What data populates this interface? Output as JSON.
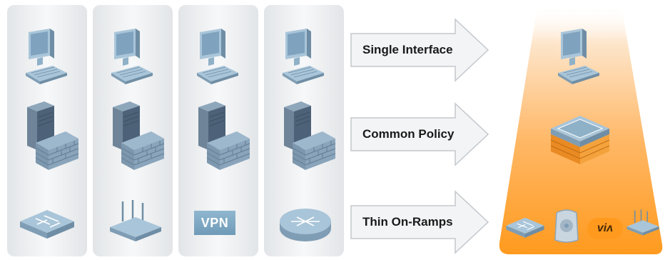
{
  "arrows": [
    {
      "label": "Single Interface"
    },
    {
      "label": "Common Policy"
    },
    {
      "label": "Thin On-Ramps"
    }
  ],
  "vpn_label": "VPN",
  "via_label": "viʌ",
  "colors": {
    "panel": "#e9ecee",
    "device_blue": "#8fb1c8",
    "device_dark": "#6f8ea5",
    "brick": "#7d98ae",
    "beam": "#ff9a1e",
    "arrow_fill": "#f3f4f5"
  }
}
